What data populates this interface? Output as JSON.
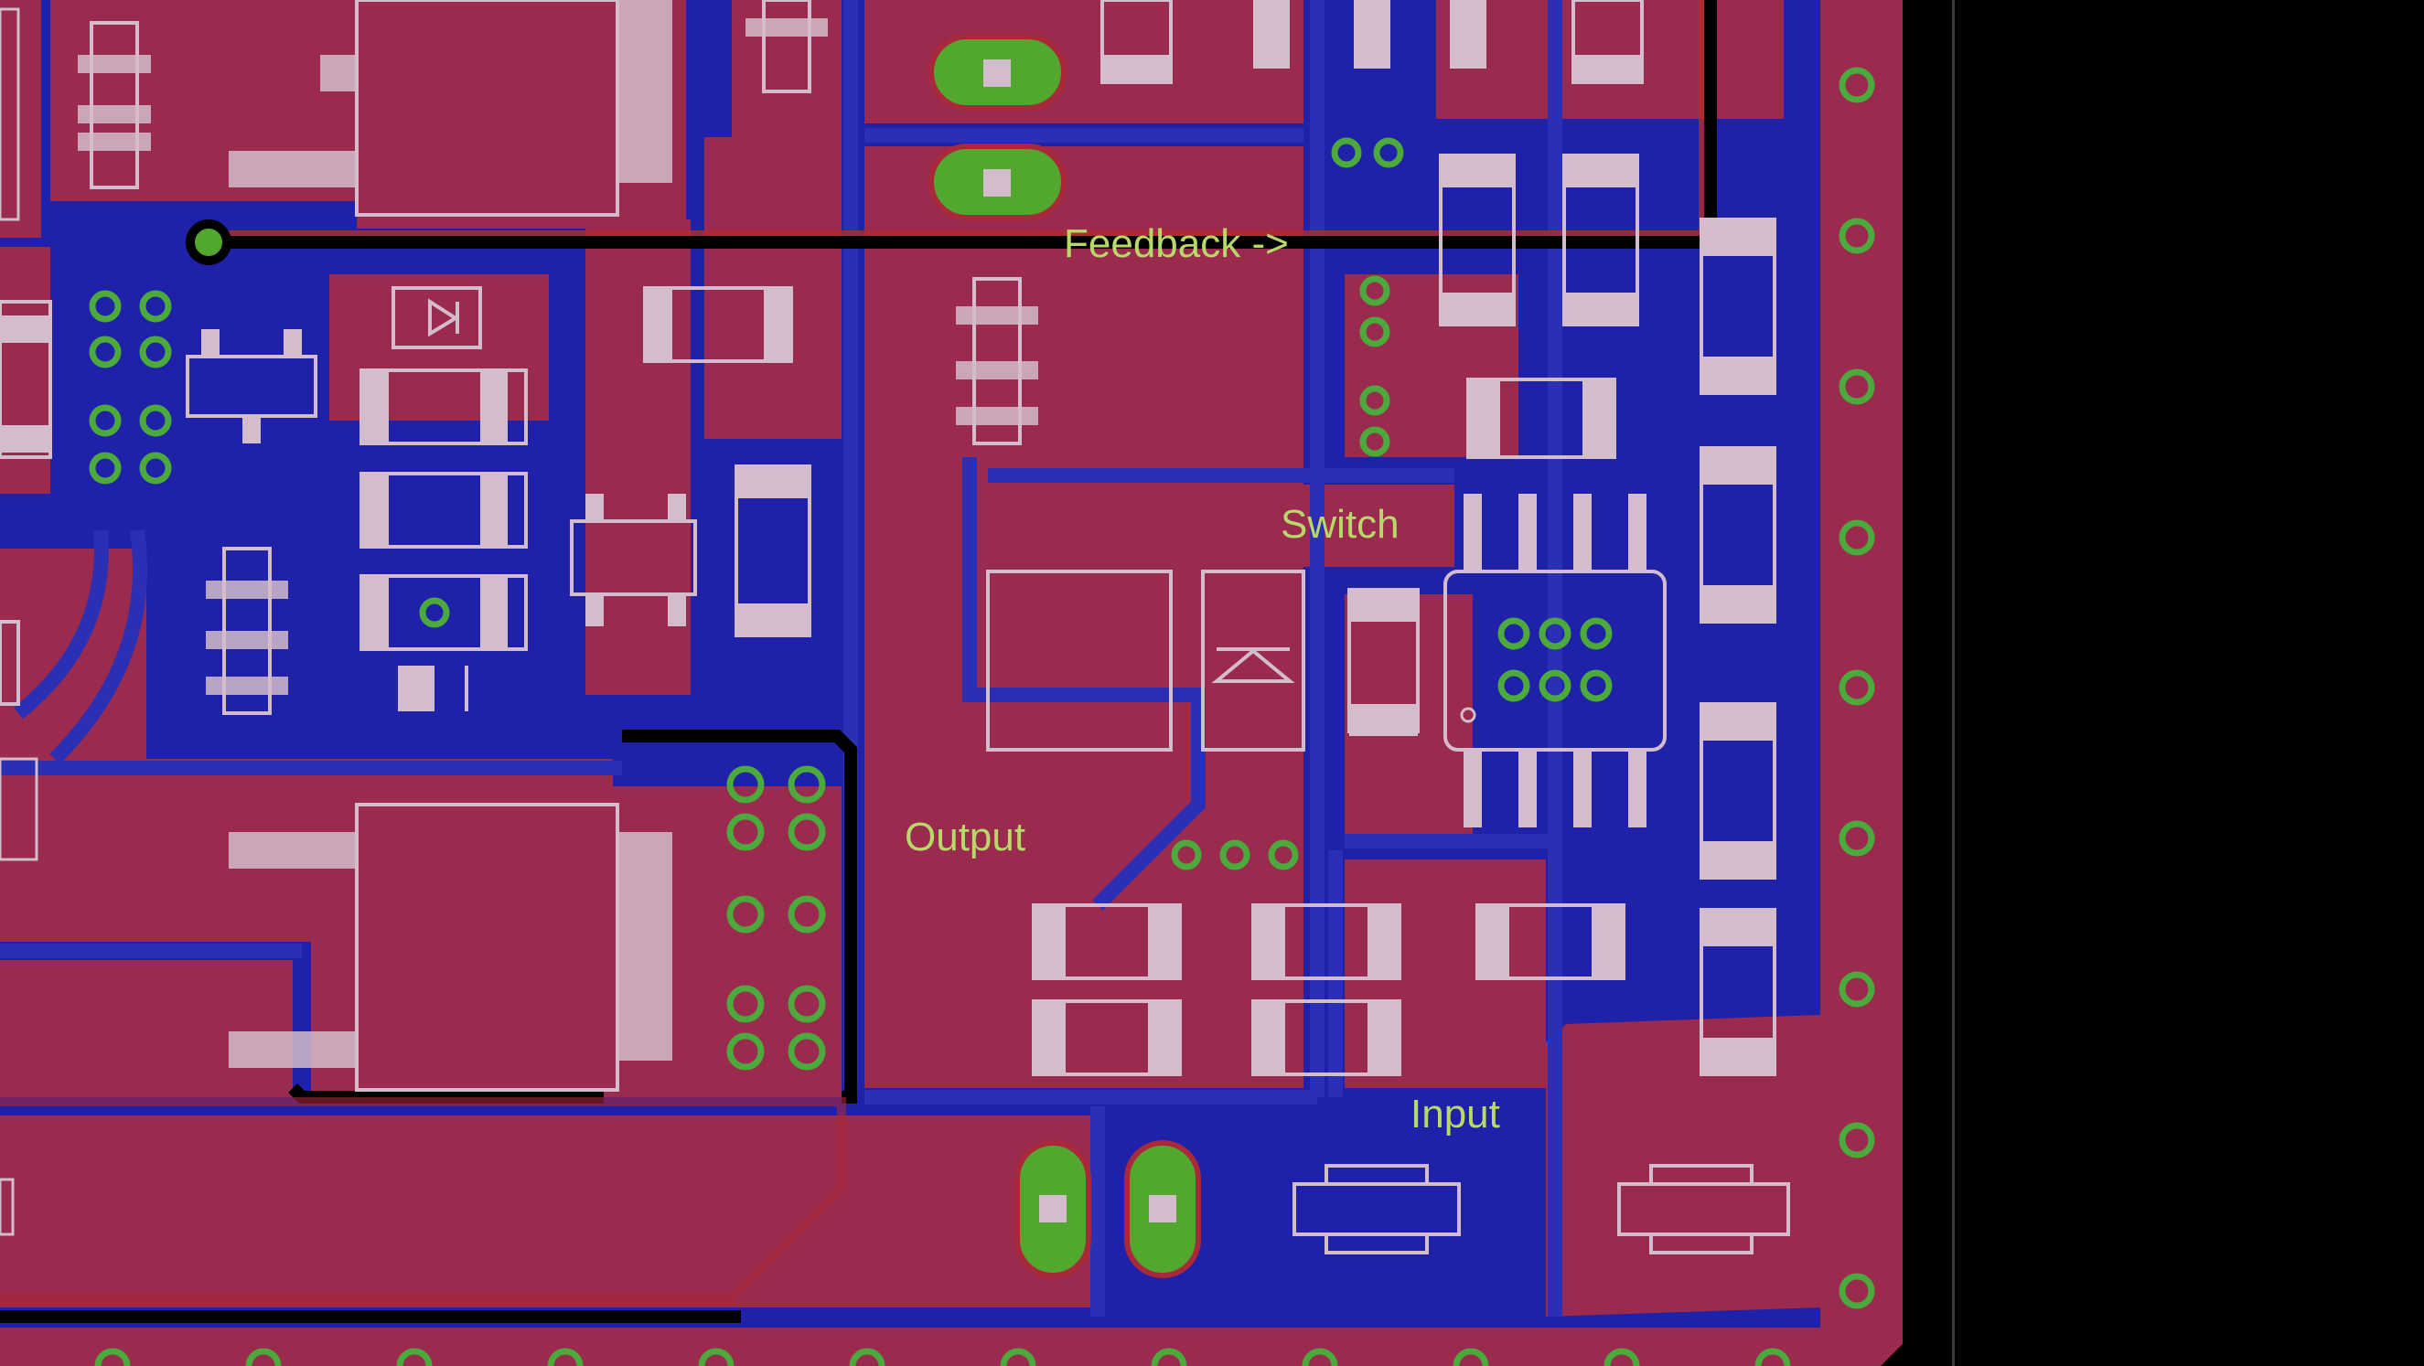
{
  "app": {
    "name": "PCB layout editor",
    "view": "board-canvas"
  },
  "colors": {
    "background": "#000000",
    "board_bg": "#1f1f9e",
    "top_copper": "#9a2a4e",
    "bottom_copper": "#2b2fb4",
    "silkscreen": "#d3bccb",
    "pad": "#52a82e",
    "via_ring": "#4caa3c",
    "label_text": "#b8d86a",
    "outline": "#000000"
  },
  "labels": {
    "feedback": "Feedback ->",
    "switch": "Switch",
    "output": "Output",
    "input": "Input"
  },
  "icons": {
    "diode_top": "diode-symbol-icon",
    "diode_right": "diode-up-symbol-icon",
    "ic_pin1": "pin1-marker-icon"
  }
}
